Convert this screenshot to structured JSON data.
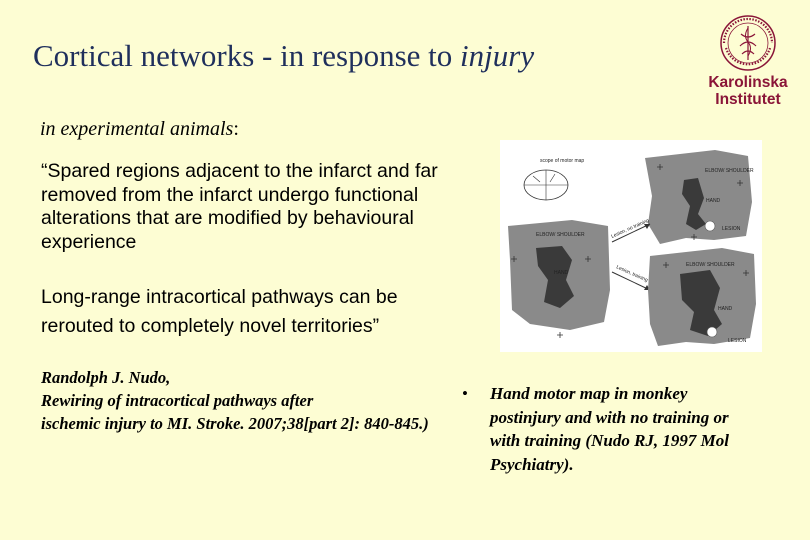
{
  "title": {
    "main": "Cortical networks - in response to ",
    "emph": "injury"
  },
  "logo": {
    "line1": "Karolinska",
    "line2": "Institutet",
    "seal_text": "KAROLINSKA INSTITUTET"
  },
  "subheading": {
    "emph": "in experimental animals",
    "tail": ":"
  },
  "quote": {
    "para1": "“Spared regions adjacent to the infarct and far removed from the infarct undergo functional alterations that are modified by behavioural experience",
    "para2": "Long-range intracortical pathways can be rerouted to completely novel territories”"
  },
  "citation": {
    "line1": "Randolph J. Nudo,",
    "line2": " Rewiring of intracortical pathways after",
    "line3": "ischemic injury to MI. Stroke. 2007;38[part 2]: 840-845.)"
  },
  "figure": {
    "scope_label": "scope of motor map",
    "elbow_shoulder": "ELBOW/ SHOULDER",
    "hand": "HAND",
    "lesion": "LESION",
    "arrow_top": "Lesion, no training",
    "arrow_bottom": "Lesion, training"
  },
  "caption": {
    "bullet": "•",
    "text": "Hand motor map in monkey postinjury  and with no training or with training  (Nudo RJ, 1997 Mol Psychiatry)."
  },
  "colors": {
    "background": "#fdfdd3",
    "title": "#1f2f5c",
    "brand": "#8a1538"
  }
}
